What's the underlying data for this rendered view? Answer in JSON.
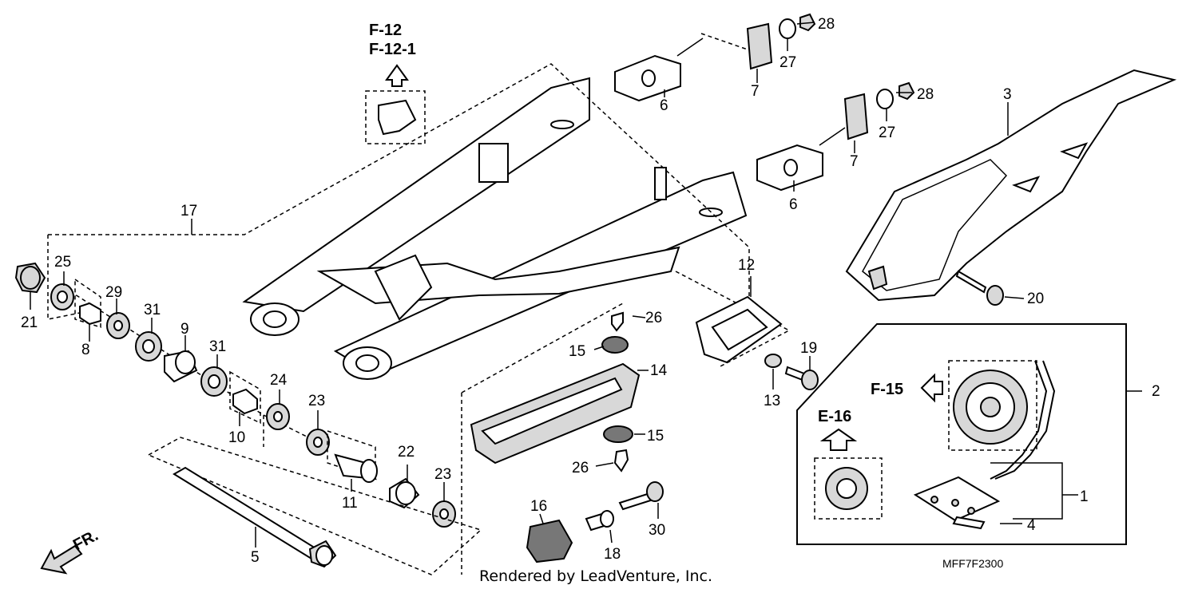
{
  "refs": {
    "f12": "F-12",
    "f12_1": "F-12-1",
    "f15": "F-15",
    "e16": "E-16",
    "fr": "FR."
  },
  "callouts": {
    "c1": "1",
    "c2": "2",
    "c3": "3",
    "c4": "4",
    "c5": "5",
    "c6a": "6",
    "c6b": "6",
    "c7a": "7",
    "c7b": "7",
    "c8": "8",
    "c9": "9",
    "c10": "10",
    "c11": "11",
    "c12": "12",
    "c13": "13",
    "c14": "14",
    "c15a": "15",
    "c15b": "15",
    "c16": "16",
    "c17": "17",
    "c18": "18",
    "c19": "19",
    "c20": "20",
    "c21": "21",
    "c22": "22",
    "c23a": "23",
    "c23b": "23",
    "c24": "24",
    "c25": "25",
    "c26a": "26",
    "c26b": "26",
    "c27a": "27",
    "c27b": "27",
    "c28a": "28",
    "c28b": "28",
    "c29": "29",
    "c30": "30",
    "c31a": "31",
    "c31b": "31"
  },
  "footer": {
    "credit": "Rendered by LeadVenture, Inc.",
    "diagram_code": "MFF7F2300"
  }
}
